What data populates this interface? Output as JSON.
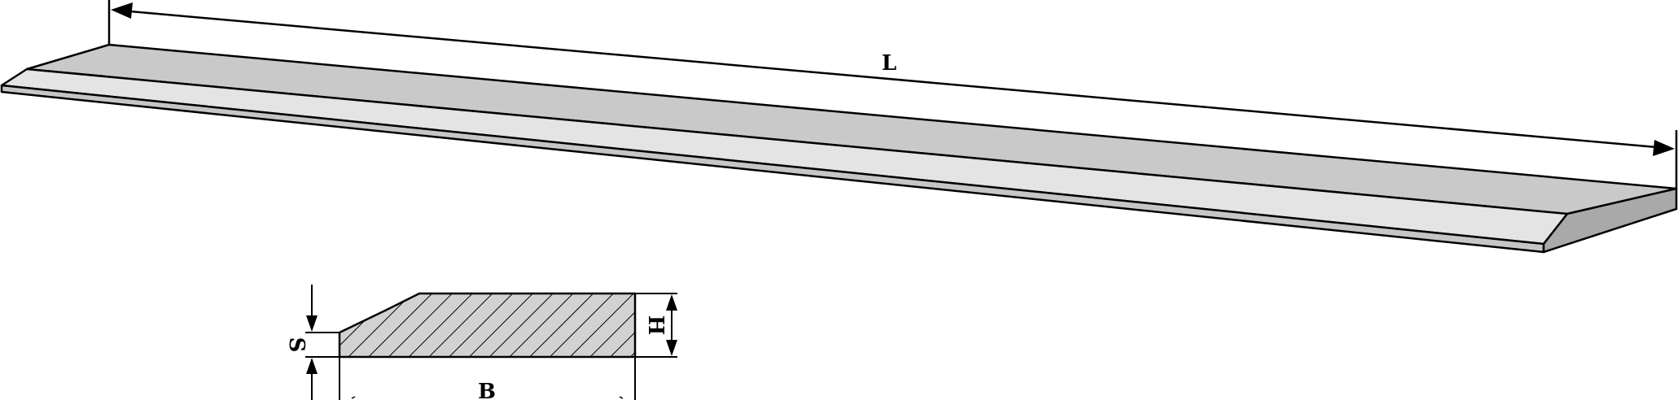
{
  "labels": {
    "length": "L",
    "width": "B",
    "height": "H",
    "bevel_thickness": "S"
  },
  "colors": {
    "top_surface": "#c9c9c9",
    "bevel_surface": "#e4e4e4",
    "front_face": "#c6c6c6",
    "end_face": "#a9a9a9",
    "section_fill": "#d2d2d2",
    "line": "#000000"
  }
}
